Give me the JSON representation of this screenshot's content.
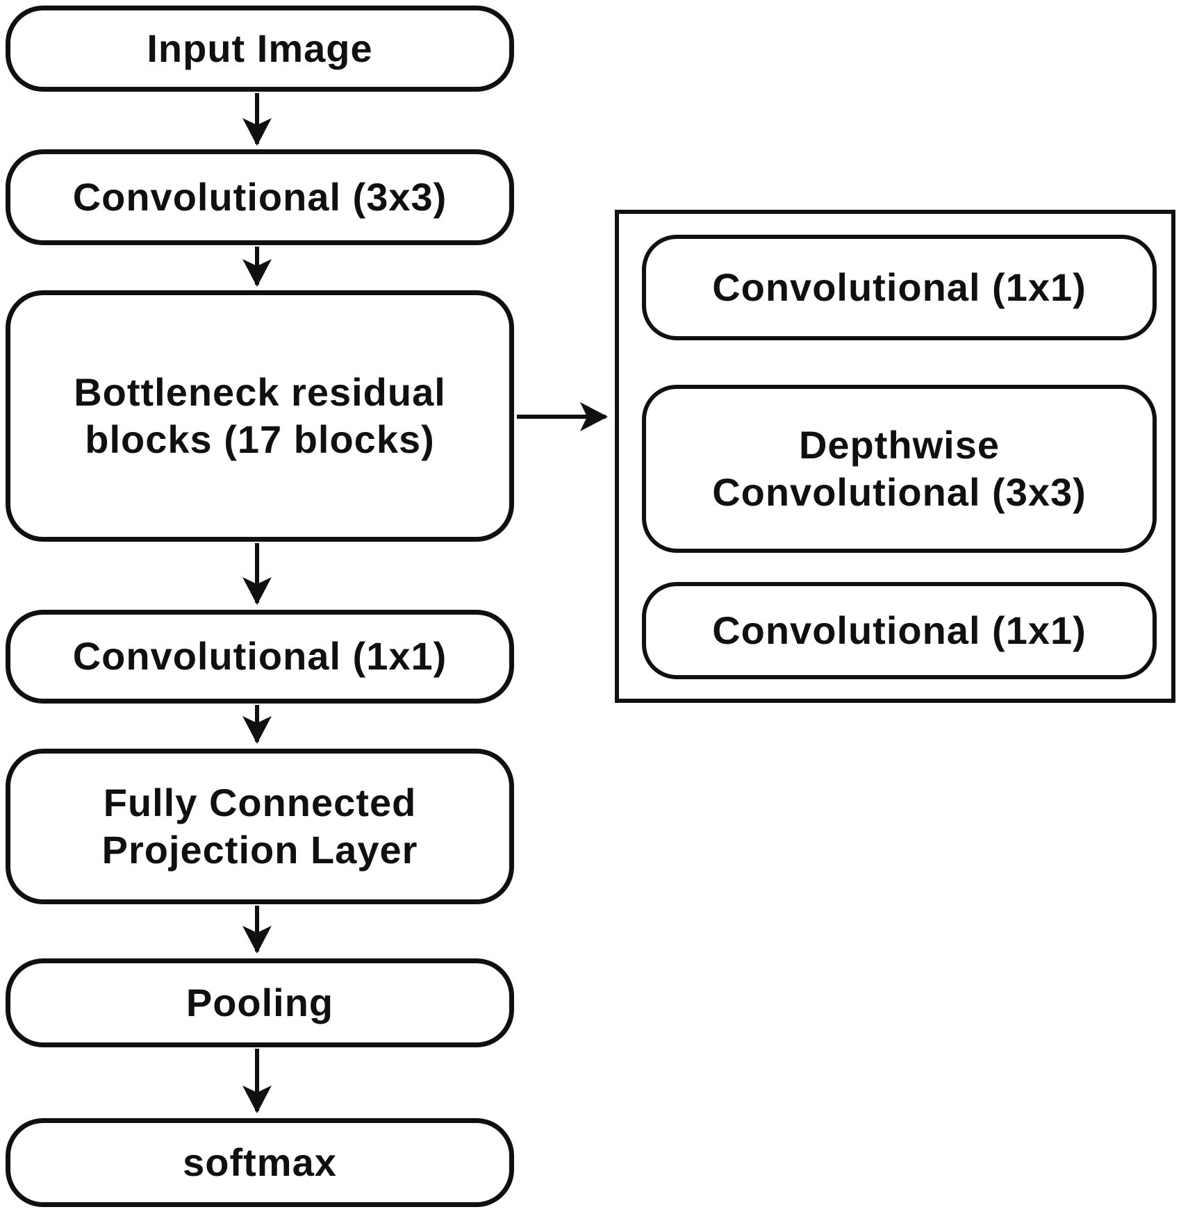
{
  "colors": {
    "background": "#ffffff",
    "stroke": "#101010",
    "text": "#101010"
  },
  "main_flow": [
    {
      "id": "input-image",
      "label": "Input Image"
    },
    {
      "id": "conv-3x3",
      "label": "Convolutional (3x3)"
    },
    {
      "id": "bottleneck-residual-blocks",
      "label": "Bottleneck residual\nblocks (17 blocks)"
    },
    {
      "id": "conv-1x1",
      "label": "Convolutional (1x1)"
    },
    {
      "id": "fully-connected-projection",
      "label": "Fully Connected\nProjection Layer"
    },
    {
      "id": "pooling",
      "label": "Pooling"
    },
    {
      "id": "softmax",
      "label": "softmax"
    }
  ],
  "bottleneck_detail": {
    "blocks": [
      {
        "id": "detail-conv-1x1-top",
        "label": "Convolutional (1x1)"
      },
      {
        "id": "detail-depthwise-conv-3x3",
        "label": "Depthwise\nConvolutional (3x3)"
      },
      {
        "id": "detail-conv-1x1-bottom",
        "label": "Convolutional (1x1)"
      }
    ]
  }
}
